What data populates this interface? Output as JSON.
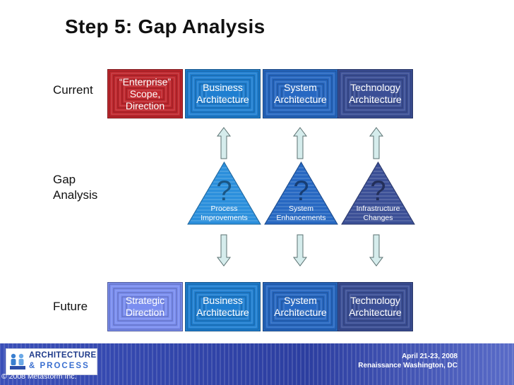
{
  "title": "Step 5: Gap Analysis",
  "rows": {
    "current": "Current",
    "gap": "Gap\nAnalysis",
    "future": "Future"
  },
  "current_boxes": [
    {
      "label": "“Enterprise”\nScope,\nDirection",
      "color": "#c0272d"
    },
    {
      "label": "Business\nArchitecture",
      "color": "#1f7fd1"
    },
    {
      "label": "System\nArchitecture",
      "color": "#2768c2"
    },
    {
      "label": "Technology\nArchitecture",
      "color": "#3b4f96"
    }
  ],
  "gap_items": [
    {
      "symbol": "?",
      "label": "Process\nImprovements",
      "color": "#2b8fdc"
    },
    {
      "symbol": "?",
      "label": "System\nEnhancements",
      "color": "#2768c2"
    },
    {
      "symbol": "?",
      "label": "Infrastructure\nChanges",
      "color": "#3b4f96"
    }
  ],
  "future_boxes": [
    {
      "label": "Strategic\nDirection",
      "color": "#7b8ef0"
    },
    {
      "label": "Business\nArchitecture",
      "color": "#1f7fd1"
    },
    {
      "label": "System\nArchitecture",
      "color": "#2768c2"
    },
    {
      "label": "Technology\nArchitecture",
      "color": "#3b4f96"
    }
  ],
  "footer": {
    "logo_line1": "ARCHITECTURE",
    "logo_line2": "& PROCESS",
    "copyright": "© 2008 Metastorm Inc.",
    "event_line1": "April 21-23, 2008",
    "event_line2": "Renaissance Washington, DC"
  },
  "colors": {
    "arrow_fill": "#d5ecec",
    "arrow_stroke": "#5a7070",
    "footer_bg": "#2c3ea0"
  }
}
